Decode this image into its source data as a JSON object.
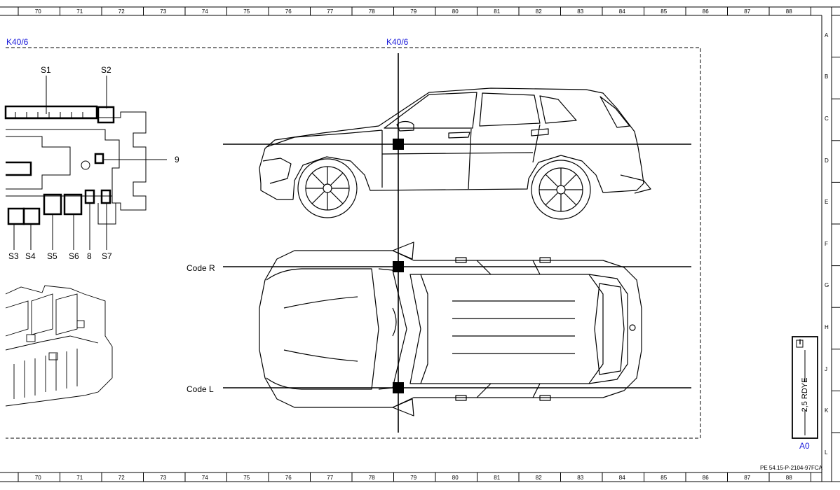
{
  "colors": {
    "reference_blue": "#1a1adb",
    "line": "#000000"
  },
  "ruler": {
    "columns": [
      "70",
      "71",
      "72",
      "73",
      "74",
      "75",
      "76",
      "77",
      "78",
      "79",
      "80",
      "81",
      "82",
      "83",
      "84",
      "85",
      "86",
      "87",
      "88"
    ],
    "rows": [
      "A",
      "B",
      "C",
      "D",
      "E",
      "F",
      "G",
      "H",
      "J",
      "K",
      "L"
    ]
  },
  "labels": {
    "component_left": "K40/6",
    "component_center": "K40/6",
    "code_r": "Code R",
    "code_l": "Code L",
    "wire": "2,5 RDYE",
    "connector": "A0",
    "info_glyph": "i",
    "doc_id": "PE 54.15-P-2104-97FCA"
  },
  "fuse_labels": {
    "s1": "S1",
    "s2": "S2",
    "s3": "S3",
    "s4": "S4",
    "s5": "S5",
    "s6": "S6",
    "s7": "S7",
    "n8": "8",
    "n9": "9"
  }
}
